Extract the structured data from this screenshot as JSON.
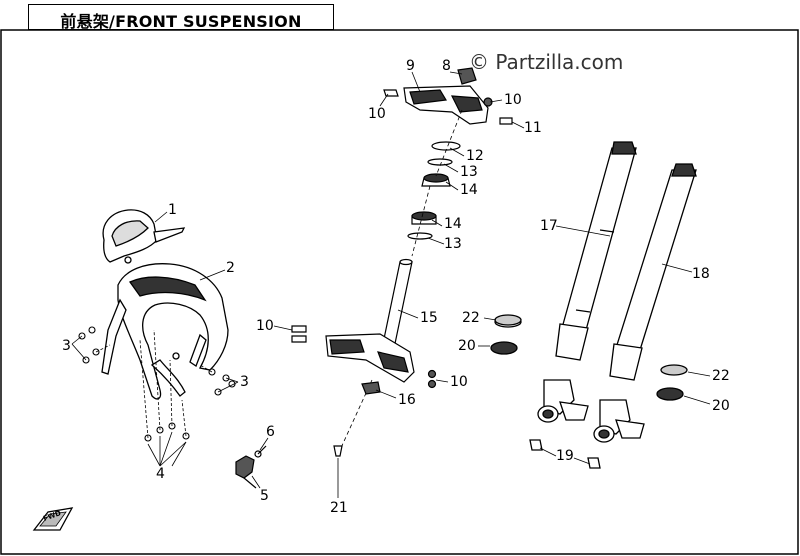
{
  "title": "前悬架/FRONT SUSPENSION",
  "watermark": "© Partzilla.com",
  "fwd_label": "FWD",
  "callouts": [
    {
      "id": "c1",
      "text": "1"
    },
    {
      "id": "c2",
      "text": "2"
    },
    {
      "id": "c3a",
      "text": "3"
    },
    {
      "id": "c3b",
      "text": "3"
    },
    {
      "id": "c4",
      "text": "4"
    },
    {
      "id": "c5",
      "text": "5"
    },
    {
      "id": "c6",
      "text": "6"
    },
    {
      "id": "c8",
      "text": "8"
    },
    {
      "id": "c9",
      "text": "9"
    },
    {
      "id": "c10a",
      "text": "10"
    },
    {
      "id": "c10b",
      "text": "10"
    },
    {
      "id": "c10c",
      "text": "10"
    },
    {
      "id": "c10d",
      "text": "10"
    },
    {
      "id": "c11",
      "text": "11"
    },
    {
      "id": "c12",
      "text": "12"
    },
    {
      "id": "c13a",
      "text": "13"
    },
    {
      "id": "c13b",
      "text": "13"
    },
    {
      "id": "c14a",
      "text": "14"
    },
    {
      "id": "c14b",
      "text": "14"
    },
    {
      "id": "c15",
      "text": "15"
    },
    {
      "id": "c16",
      "text": "16"
    },
    {
      "id": "c17",
      "text": "17"
    },
    {
      "id": "c18",
      "text": "18"
    },
    {
      "id": "c19",
      "text": "19"
    },
    {
      "id": "c20a",
      "text": "20"
    },
    {
      "id": "c20b",
      "text": "20"
    },
    {
      "id": "c21",
      "text": "21"
    },
    {
      "id": "c22a",
      "text": "22"
    },
    {
      "id": "c22b",
      "text": "22"
    }
  ]
}
